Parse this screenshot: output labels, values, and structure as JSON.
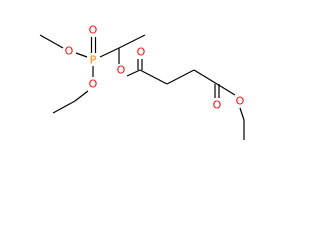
{
  "molecule": {
    "atoms": {
      "phosphorus": {
        "symbol": "P",
        "color": "#FF8000"
      },
      "phosphoryl_oxygen": {
        "symbol": "O",
        "color": "#FF0D0D"
      },
      "ethoxy_oxygen_upper": {
        "symbol": "O",
        "color": "#FF0D0D"
      },
      "ethoxy_oxygen_lower": {
        "symbol": "O",
        "color": "#FF0D0D"
      },
      "ester_oxygen_left": {
        "symbol": "O",
        "color": "#FF0D0D"
      },
      "carbonyl_oxygen_left": {
        "symbol": "O",
        "color": "#FF0D0D"
      },
      "carbonyl_oxygen_right": {
        "symbol": "O",
        "color": "#FF0D0D"
      },
      "ester_oxygen_right": {
        "symbol": "O",
        "color": "#FF0D0D"
      }
    }
  }
}
